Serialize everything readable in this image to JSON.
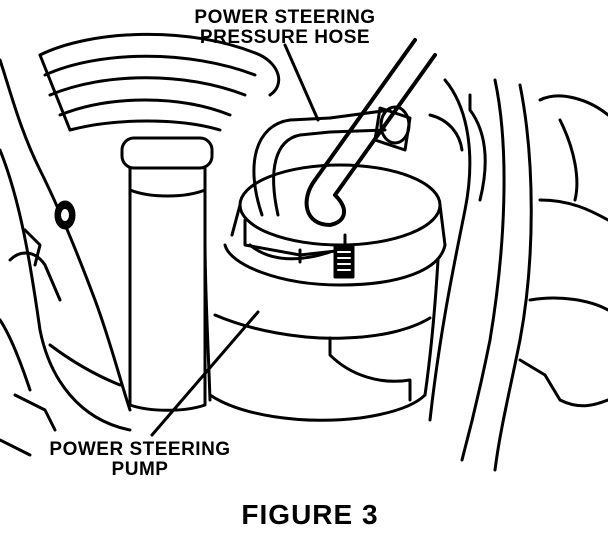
{
  "labels": {
    "pressure_hose": {
      "line1": "POWER STEERING",
      "line2": "PRESSURE HOSE"
    },
    "pump": {
      "line1": "POWER STEERING",
      "line2": "PUMP"
    },
    "figure_caption": "FIGURE 3"
  },
  "colors": {
    "ink": "#000000",
    "paper": "#ffffff"
  }
}
